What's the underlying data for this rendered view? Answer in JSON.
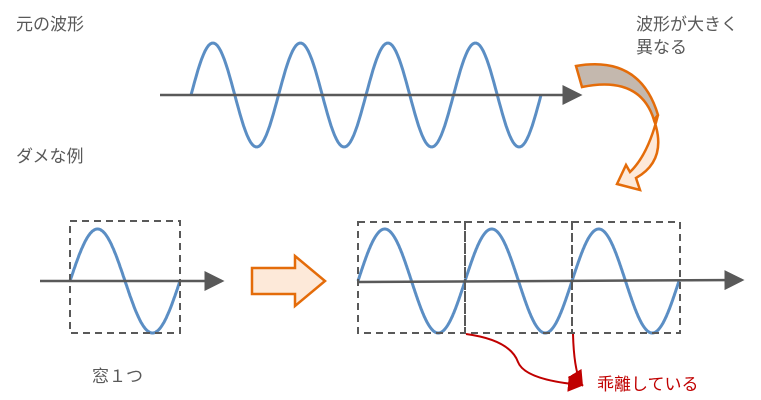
{
  "labels": {
    "original": "元の波形",
    "bad_example": "ダメな例",
    "different_line1": "波形が大きく",
    "different_line2": "異なる",
    "one_window": "窓１つ",
    "deviation": "乖離している"
  },
  "colors": {
    "wave": "#5b8ec4",
    "axis": "#595959",
    "orange": "#e46c0a",
    "orange_fill": "#fde9d9",
    "gray_fill": "#c4b8ae",
    "red": "#c00000"
  },
  "waves": {
    "original_periods": 4,
    "single_window_periods": 1,
    "tiled_windows": 3
  }
}
